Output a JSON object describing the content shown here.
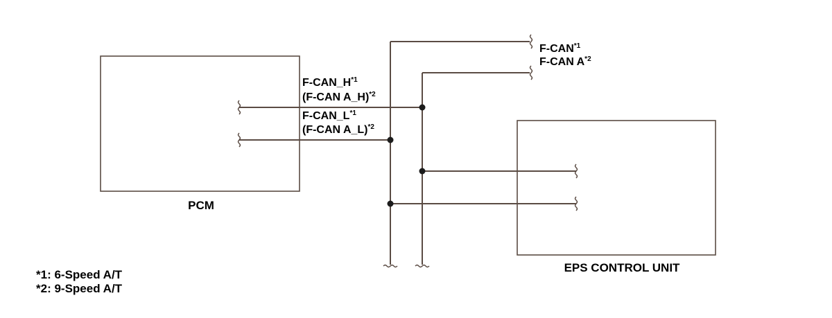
{
  "components": {
    "pcm": "PCM",
    "eps": "EPS CONTROL UNIT"
  },
  "signals": {
    "f_can_h": {
      "name": "F-CAN_H",
      "mark": "*1"
    },
    "f_can_a_h": {
      "name": "(F-CAN A_H)",
      "mark": "*2"
    },
    "f_can_l": {
      "name": "F-CAN_L",
      "mark": "*1"
    },
    "f_can_a_l": {
      "name": "(F-CAN A_L)",
      "mark": "*2"
    },
    "f_can": {
      "name": "F-CAN",
      "mark": "*1"
    },
    "f_can_a": {
      "name": "F-CAN A",
      "mark": "*2"
    }
  },
  "notes": [
    "*1: 6-Speed A/T",
    "*2: 9-Speed A/T"
  ],
  "colors": {
    "wire": "#5a4b43",
    "junction": "#1c1c1c",
    "text": "#000000"
  }
}
